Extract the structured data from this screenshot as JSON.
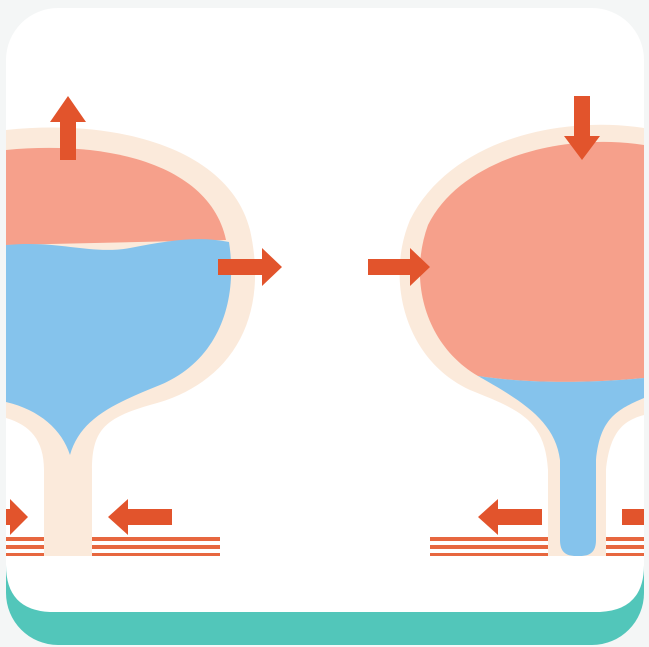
{
  "colors": {
    "page_background": "#f4f6f6",
    "card_background": "#ffffff",
    "teal_band": "#52c6ba",
    "bladder_wall": "#fbeadb",
    "muscle_fill": "#f6a08b",
    "urine_fill": "#85c3ec",
    "arrow": "#e2542c",
    "floor_stripe": "#e7673f"
  },
  "diagram": {
    "panels": [
      {
        "id": "left",
        "state": "filling",
        "arrows": [
          "up",
          "right",
          "right",
          "left"
        ]
      },
      {
        "id": "right",
        "state": "voiding",
        "arrows": [
          "down",
          "right",
          "left",
          "right"
        ]
      }
    ]
  }
}
